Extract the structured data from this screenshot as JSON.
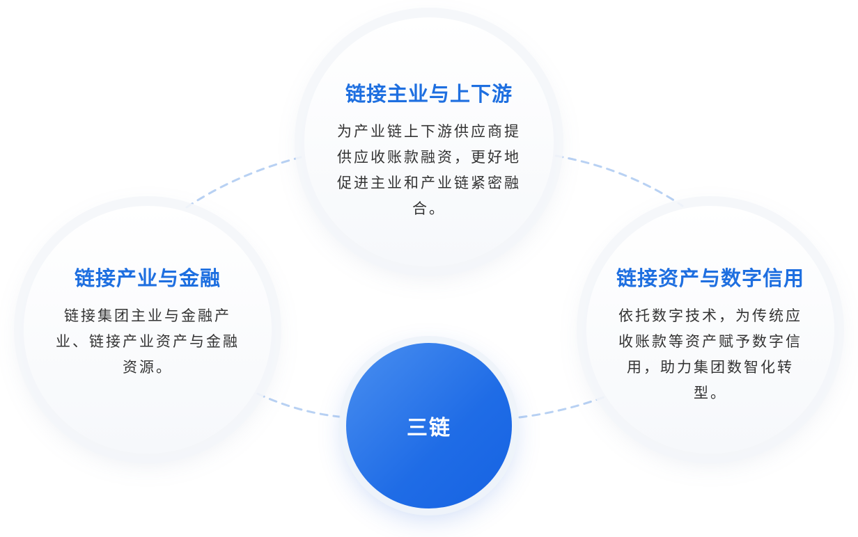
{
  "center": {
    "label": "三链"
  },
  "nodes": {
    "top": {
      "title": "链接主业与上下游",
      "description": "为产业链上下游供应商提供应收账款融资，更好地促进主业和产业链紧密融合。"
    },
    "left": {
      "title": "链接产业与金融",
      "description": "链接集团主业与金融产业、链接产业资产与金融资源。"
    },
    "right": {
      "title": "链接资产与数字信用",
      "description": "依托数字技术，为传统应收账款等资产赋予数字信用，助力集团数智化转型。"
    }
  },
  "colors": {
    "title_blue": "#1e6fe0",
    "body_text": "#333333",
    "center_blue": "#1f6ce6",
    "connector_dash": "#b8d1f3"
  }
}
